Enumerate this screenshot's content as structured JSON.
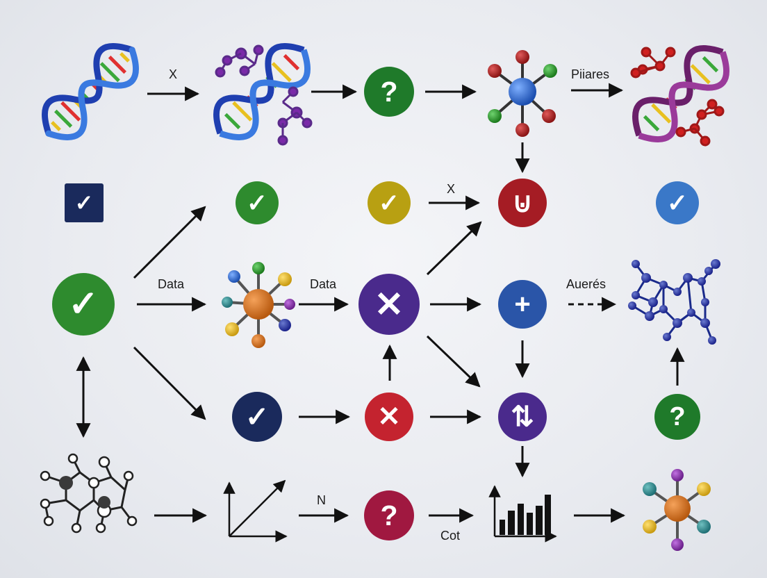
{
  "colors": {
    "arrow": "#111111",
    "green": "#2e8b2e",
    "darkgreen": "#1f7a2a",
    "olive": "#b8a012",
    "navy": "#1a2a5c",
    "purple": "#4a2a8c",
    "red": "#c4232f",
    "darkred": "#a51c24",
    "crimson": "#a01840",
    "royalblue": "#2a55a8",
    "blue": "#3a78c8"
  },
  "nodes": [
    {
      "id": "dna-1",
      "kind": "dna-helix-icon"
    },
    {
      "id": "dna-2",
      "kind": "dna-with-molecules-icon"
    },
    {
      "id": "q-top",
      "kind": "circle",
      "glyph": "?",
      "color": "darkgreen"
    },
    {
      "id": "mol-blue",
      "kind": "molecule-blue-icon"
    },
    {
      "id": "dna-3",
      "kind": "dna-with-molecules-icon"
    },
    {
      "id": "check-square",
      "kind": "square",
      "glyph": "✓",
      "color": "navy"
    },
    {
      "id": "check-green-2",
      "kind": "circle",
      "glyph": "✓",
      "color": "green"
    },
    {
      "id": "check-olive",
      "kind": "circle",
      "glyph": "✓",
      "color": "olive"
    },
    {
      "id": "stop-red",
      "kind": "circle",
      "glyph": "⊍",
      "color": "darkred"
    },
    {
      "id": "check-blue",
      "kind": "circle",
      "glyph": "✓",
      "color": "blue"
    },
    {
      "id": "check-big",
      "kind": "circle",
      "glyph": "✓",
      "color": "green"
    },
    {
      "id": "mol-orange",
      "kind": "molecule-orange-icon"
    },
    {
      "id": "x-purple",
      "kind": "circle",
      "glyph": "✕",
      "color": "purple"
    },
    {
      "id": "plus-blue",
      "kind": "circle",
      "glyph": "+",
      "color": "royalblue"
    },
    {
      "id": "network",
      "kind": "network-icon"
    },
    {
      "id": "check-navy",
      "kind": "circle",
      "glyph": "✓",
      "color": "navy"
    },
    {
      "id": "x-red",
      "kind": "circle",
      "glyph": "✕",
      "color": "red"
    },
    {
      "id": "merge-purple",
      "kind": "circle",
      "glyph": "⇅",
      "color": "purple"
    },
    {
      "id": "q-green",
      "kind": "circle",
      "glyph": "?",
      "color": "darkgreen"
    },
    {
      "id": "chem-structure",
      "kind": "chemical-structure-icon"
    },
    {
      "id": "line-graph",
      "kind": "line-graph-icon"
    },
    {
      "id": "q-crimson",
      "kind": "circle",
      "glyph": "?",
      "color": "crimson"
    },
    {
      "id": "bar-chart",
      "kind": "bar-chart-icon"
    },
    {
      "id": "mol-multi",
      "kind": "molecule-multicolor-icon"
    }
  ],
  "labels": {
    "x_top": "X",
    "piiares": "Piiares",
    "x_mid": "X",
    "data_left": "Data",
    "data_mid": "Data",
    "aueres": "Auerés",
    "n_label": "N",
    "cot": "Cot"
  }
}
